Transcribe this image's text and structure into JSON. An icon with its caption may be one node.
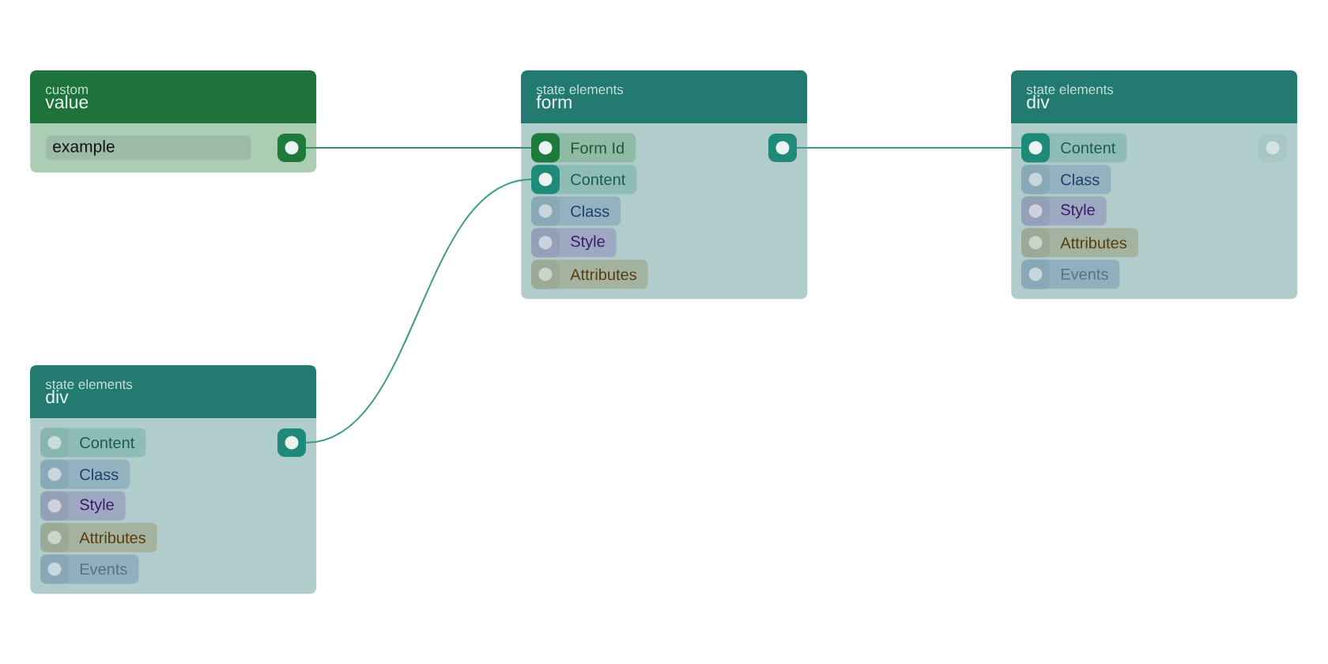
{
  "diagram": {
    "nodes": [
      {
        "text": [
          "custom",
          "value"
        ]
      },
      {
        "text": [
          "example"
        ],
        "in": 0
      },
      {
        "text": [],
        "shape": "box",
        "in": 0
      },
      {
        "text": [
          "state elements",
          "form"
        ]
      },
      {
        "text": [
          "Form Id"
        ],
        "in": 3
      },
      {
        "text": [
          "Content"
        ],
        "in": 3
      },
      {
        "text": [
          "Class"
        ],
        "in": 3
      },
      {
        "text": [
          "Style"
        ],
        "in": 3
      },
      {
        "text": [
          "Attributes"
        ],
        "in": 3
      },
      {
        "text": [],
        "shape": "box",
        "in": 3
      },
      {
        "text": [
          "state elements",
          "div"
        ]
      },
      {
        "text": [
          "Content"
        ],
        "in": 10
      },
      {
        "text": [
          "Class"
        ],
        "in": 10
      },
      {
        "text": [
          "Style"
        ],
        "in": 10
      },
      {
        "text": [
          "Attributes"
        ],
        "in": 10
      },
      {
        "text": [
          "Events"
        ],
        "in": 10
      },
      {
        "text": [],
        "shape": "box",
        "in": 10
      },
      {
        "text": [
          "state elements",
          "div"
        ]
      },
      {
        "text": [
          "Content"
        ],
        "in": 17
      },
      {
        "text": [
          "Class"
        ],
        "in": 17
      },
      {
        "text": [
          "Style"
        ],
        "in": 17
      },
      {
        "text": [
          "Attributes"
        ],
        "in": 17
      },
      {
        "text": [
          "Events"
        ],
        "in": 17
      },
      {
        "text": [],
        "shape": "box",
        "in": 17
      }
    ],
    "edges": [
      {
        "from": 2,
        "to": 4,
        "arrow": "none",
        "color": "#3f8f63"
      },
      {
        "from": 9,
        "to": 11,
        "arrow": "none"
      },
      {
        "from": 23,
        "to": 5,
        "arrow": "none"
      }
    ]
  }
}
